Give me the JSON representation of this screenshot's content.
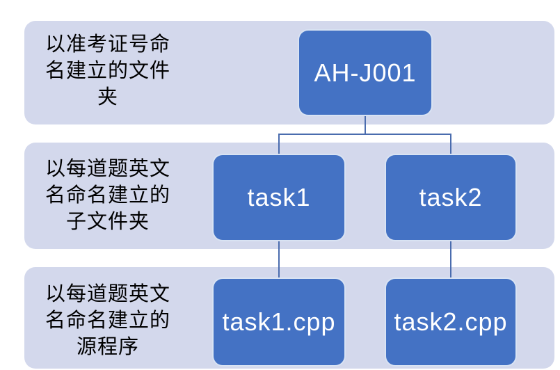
{
  "diagram": {
    "type": "hierarchy-tree",
    "colors": {
      "background": "#ffffff",
      "band_fill": "#d3d8ec",
      "node_fill": "#4472c4",
      "node_text": "#ffffff",
      "connector": "#4a6cae",
      "band_label_text": "#000000"
    },
    "rows": [
      {
        "label": "以准考证号命名建立的文件夹",
        "label_lines": [
          "以准考证号命",
          "名建立的文件",
          "夹"
        ]
      },
      {
        "label": "以每道题英文名命名建立的子文件夹",
        "label_lines": [
          "以每道题英文",
          "名命名建立的",
          "子文件夹"
        ]
      },
      {
        "label": "以每道题英文名命名建立的源程序",
        "label_lines": [
          "以每道题英文",
          "名命名建立的",
          "源程序"
        ]
      }
    ],
    "nodes": {
      "root": "AH-J001",
      "task1": "task1",
      "task2": "task2",
      "task1_cpp": "task1.cpp",
      "task2_cpp": "task2.cpp"
    }
  }
}
